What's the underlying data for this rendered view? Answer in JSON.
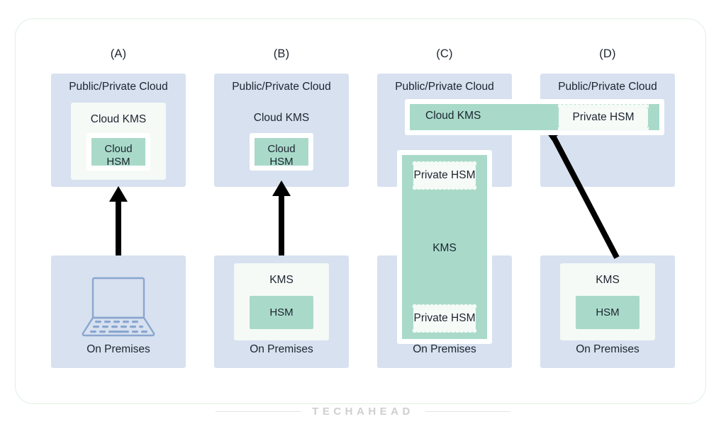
{
  "frame": {
    "accent_border_color": "#dff0e2"
  },
  "palette": {
    "cloud_panel_blue": "#d7e1ef",
    "hsm_green": "#a9dac9",
    "kms_box_white": "#f5faf7",
    "text": "#1d2430",
    "arrow_black": "#000000",
    "watermark_gray": "#cfcfcf"
  },
  "columns": [
    {
      "caption": "(A)",
      "cloud_panel": {
        "title": "Public/Private Cloud",
        "kms_box_label": "Cloud KMS",
        "hsm_box_label_line1": "Cloud",
        "hsm_box_label_line2": "HSM"
      },
      "premises_panel": {
        "caption": "On Premises",
        "icon": "laptop-icon"
      },
      "connector": "arrow-up"
    },
    {
      "caption": "(B)",
      "cloud_panel": {
        "title": "Public/Private Cloud",
        "kms_box_label": "Cloud KMS",
        "hsm_box_label_line1": "Cloud",
        "hsm_box_label_line2": "HSM"
      },
      "premises_panel": {
        "caption": "On Premises",
        "kms_box_label": "KMS",
        "hsm_box_label": "HSM"
      },
      "connector": "arrow-up"
    },
    {
      "caption": "(C)",
      "cloud_panel": {
        "title": "Public/Private Cloud"
      },
      "premises_panel": {
        "caption": "On Premises"
      },
      "spanning_kms_bar_label": "Cloud KMS",
      "vertical_kms_column": {
        "label": "KMS",
        "top_chip_label": "Private HSM",
        "bottom_chip_label": "Private HSM"
      }
    },
    {
      "caption": "(D)",
      "cloud_panel": {
        "title": "Public/Private Cloud",
        "private_hsm_chip_label": "Private HSM"
      },
      "premises_panel": {
        "caption": "On Premises",
        "kms_box_label": "KMS",
        "hsm_box_label": "HSM"
      },
      "connector": "diagonal-arrow"
    }
  ],
  "footer": {
    "watermark": "TECHAHEAD"
  }
}
